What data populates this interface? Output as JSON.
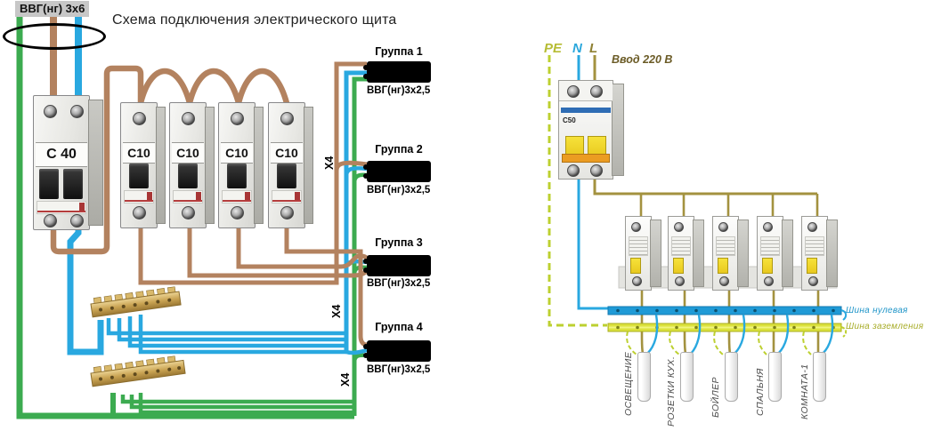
{
  "title": "Схема подключения электрического щита",
  "left_panel": {
    "input_cable_label": "ВВГ(нг) 3х6",
    "main_breaker": "C 40",
    "branch_breakers": [
      "C10",
      "C10",
      "C10",
      "C10"
    ],
    "connector_labels": [
      "Х4",
      "Х4",
      "Х4"
    ],
    "groups": [
      {
        "title": "Группа 1",
        "cable": "ВВГ(нг)3х2,5"
      },
      {
        "title": "Группа 2",
        "cable": "ВВГ(нг)3х2,5"
      },
      {
        "title": "Группа 3",
        "cable": "ВВГ(нг)3х2,5"
      },
      {
        "title": "Группа 4",
        "cable": "ВВГ(нг)3х2,5"
      }
    ]
  },
  "right_panel": {
    "pe": "PE",
    "n": "N",
    "l": "L",
    "input_label": "Ввод 220 В",
    "main_breaker": "C50",
    "neutral_bus": "Шина нулевая",
    "ground_bus": "Шина заземления",
    "circuits": [
      "ОСВЕЩЕНИЕ",
      "РОЗЕТКИ КУХ.",
      "БОЙЛЕР",
      "СПАЛЬНЯ",
      "КОМНАТА-1"
    ]
  },
  "colors": {
    "phase_wire": "#b3825f",
    "neutral_wire": "#29a8e0",
    "ground_wire": "#3cab50",
    "pe_dashed": "#bdd030",
    "l_wire": "#a3923f",
    "neutral_bus": "#1f9ad6",
    "ground_bus": "#dce23e",
    "brass_bus": "#c9a352"
  }
}
